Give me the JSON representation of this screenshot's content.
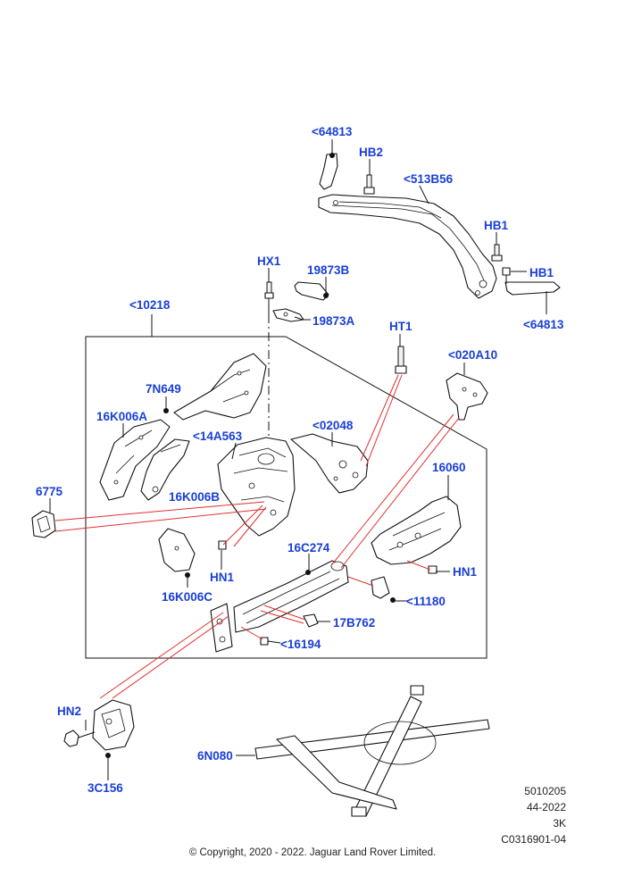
{
  "callouts": [
    {
      "id": "64813-top",
      "text": "<64813"
    },
    {
      "id": "hb2",
      "text": "HB2"
    },
    {
      "id": "513b56",
      "text": "<513B56"
    },
    {
      "id": "hb1-upper",
      "text": "HB1"
    },
    {
      "id": "hb1-lower",
      "text": "HB1"
    },
    {
      "id": "64813-bottom",
      "text": "<64813"
    },
    {
      "id": "hx1",
      "text": "HX1"
    },
    {
      "id": "19873b",
      "text": "19873B"
    },
    {
      "id": "19873a",
      "text": "19873A"
    },
    {
      "id": "10218",
      "text": "<10218"
    },
    {
      "id": "ht1",
      "text": "HT1"
    },
    {
      "id": "020a10",
      "text": "<020A10"
    },
    {
      "id": "7n649",
      "text": "7N649"
    },
    {
      "id": "16k006a",
      "text": "16K006A"
    },
    {
      "id": "14a563",
      "text": "<14A563"
    },
    {
      "id": "02048",
      "text": "<02048"
    },
    {
      "id": "6775",
      "text": "6775"
    },
    {
      "id": "16k006b",
      "text": "16K006B"
    },
    {
      "id": "16060",
      "text": "16060"
    },
    {
      "id": "hn1-left",
      "text": "HN1"
    },
    {
      "id": "16c274",
      "text": "16C274"
    },
    {
      "id": "hn1-right",
      "text": "HN1"
    },
    {
      "id": "16k006c",
      "text": "16K006C"
    },
    {
      "id": "11180",
      "text": "<11180"
    },
    {
      "id": "17b762",
      "text": "17B762"
    },
    {
      "id": "16194",
      "text": "<16194"
    },
    {
      "id": "hn2",
      "text": "HN2"
    },
    {
      "id": "6n080",
      "text": "6N080"
    },
    {
      "id": "3c156",
      "text": "3C156"
    }
  ],
  "reference": {
    "line1": "5010205",
    "line2": "44-2022",
    "line3": "3K",
    "line4": "C0316901-04"
  },
  "copyright": "© Copyright, 2020 - 2022. Jaguar Land Rover Limited.",
  "colors": {
    "callout": "#1a3fd6",
    "leader": "#e03030",
    "linework": "#111111"
  }
}
